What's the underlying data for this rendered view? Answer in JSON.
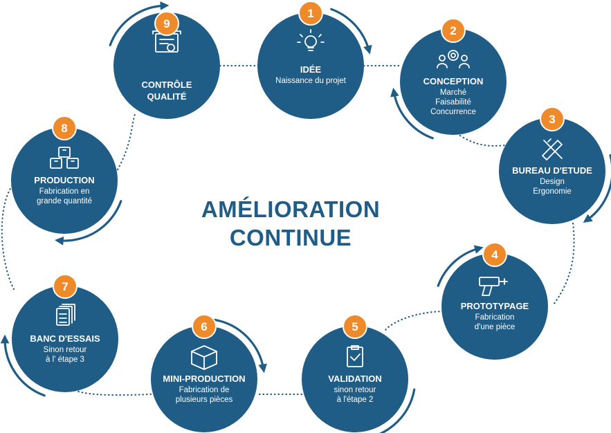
{
  "title_lines": [
    "AMÉLIORATION",
    "CONTINUE"
  ],
  "colors": {
    "circle": "#1f5c86",
    "badge": "#ef8a2b",
    "text_light": "#ffffff",
    "title": "#1f5c86"
  },
  "steps": [
    {
      "number": "1",
      "title_lines": [
        "IDÉE"
      ],
      "sub_lines": [
        "Naissance du projet"
      ],
      "icon": "lightbulb-icon"
    },
    {
      "number": "2",
      "title_lines": [
        "CONCEPTION"
      ],
      "sub_lines": [
        "Marché",
        "Faisabilité",
        "Concurrence"
      ],
      "icon": "team-gear-icon"
    },
    {
      "number": "3",
      "title_lines": [
        "BUREAU D'ETUDE"
      ],
      "sub_lines": [
        "Design",
        "Ergonomie"
      ],
      "icon": "pencil-ruler-icon"
    },
    {
      "number": "4",
      "title_lines": [
        "PROTOTYPAGE"
      ],
      "sub_lines": [
        "Fabrication",
        "d'une pièce"
      ],
      "icon": "drill-icon"
    },
    {
      "number": "5",
      "title_lines": [
        "VALIDATION"
      ],
      "sub_lines": [
        "sinon retour",
        "à l'étape 2"
      ],
      "icon": "clipboard-check-icon"
    },
    {
      "number": "6",
      "title_lines": [
        "MINI-PRODUCTION"
      ],
      "sub_lines": [
        "Fabrication de",
        "plusieurs pièces"
      ],
      "icon": "box-icon"
    },
    {
      "number": "7",
      "title_lines": [
        "BANC D'ESSAIS"
      ],
      "sub_lines": [
        "Sinon retour",
        "à l' étape 3"
      ],
      "icon": "documents-icon"
    },
    {
      "number": "8",
      "title_lines": [
        "PRODUCTION"
      ],
      "sub_lines": [
        "Fabrication en",
        "grande quantité"
      ],
      "icon": "boxes-icon"
    },
    {
      "number": "9",
      "title_lines": [
        "CONTRÔLE",
        "QUALITÉ"
      ],
      "sub_lines": [],
      "icon": "certificate-icon"
    }
  ]
}
